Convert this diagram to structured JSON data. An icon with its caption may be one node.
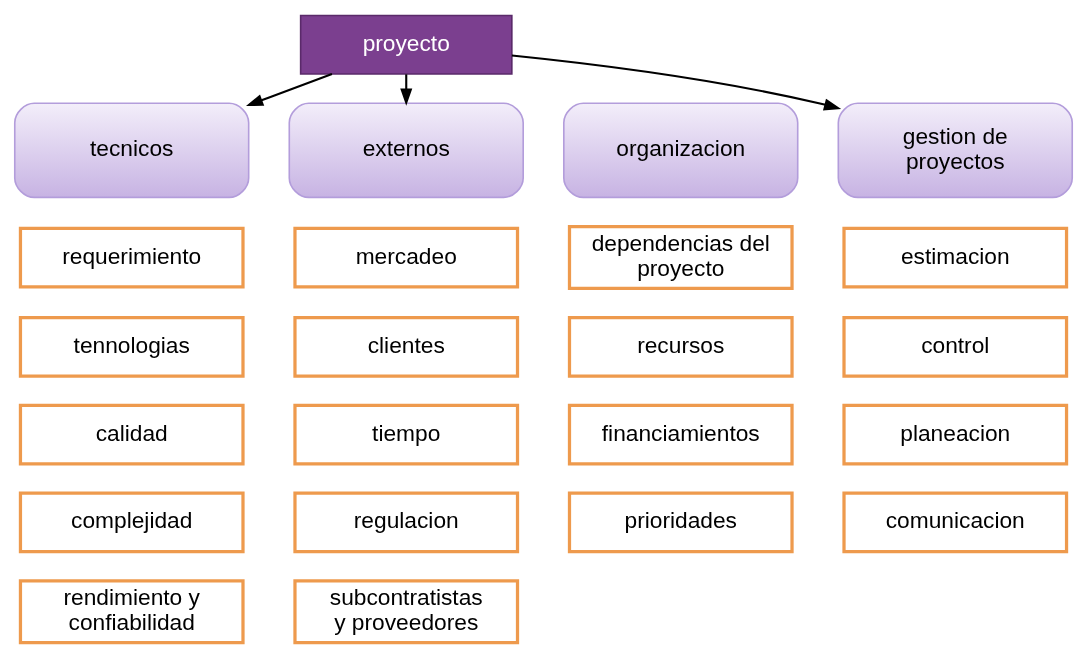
{
  "diagram": {
    "nodes": [
      {
        "text": [
          "proyecto"
        ]
      },
      {
        "text": [
          "tecnicos"
        ]
      },
      {
        "text": [
          "externos"
        ]
      },
      {
        "text": [
          "organizacion"
        ]
      },
      {
        "text": [
          "gestion de proyectos"
        ]
      },
      {
        "text": [
          "requerimiento"
        ]
      },
      {
        "text": [
          "tennologias"
        ]
      },
      {
        "text": [
          "calidad"
        ]
      },
      {
        "text": [
          "complejidad"
        ]
      },
      {
        "text": [
          "rendimiento y confiabilidad"
        ]
      },
      {
        "text": [
          "mercadeo"
        ]
      },
      {
        "text": [
          "clientes"
        ]
      },
      {
        "text": [
          "tiempo"
        ]
      },
      {
        "text": [
          "regulacion"
        ]
      },
      {
        "text": [
          "subcontratistas y proveedores"
        ]
      },
      {
        "text": [
          "dependencias del proyecto"
        ]
      },
      {
        "text": [
          "recursos"
        ]
      },
      {
        "text": [
          "financiamientos"
        ]
      },
      {
        "text": [
          "prioridades"
        ]
      },
      {
        "text": [
          "estimacion"
        ]
      },
      {
        "text": [
          "control"
        ]
      },
      {
        "text": [
          "planeacion"
        ]
      },
      {
        "text": [
          "comunicacion"
        ]
      }
    ],
    "edges": [
      {
        "from": 0,
        "to": 1,
        "arrow": "to"
      },
      {
        "from": 0,
        "to": 2,
        "arrow": "to"
      },
      {
        "from": 0,
        "to": 4,
        "arrow": "to"
      }
    ]
  }
}
